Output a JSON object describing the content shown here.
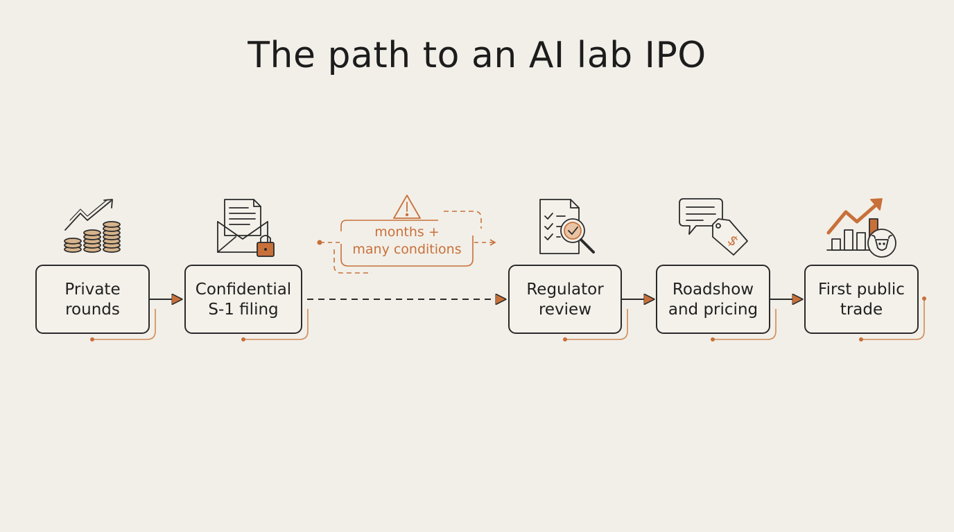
{
  "title": "The path to an AI lab IPO",
  "colors": {
    "background": "#f2efe8",
    "ink": "#1f1f1f",
    "accent": "#c8703a"
  },
  "steps": [
    {
      "line1": "Private",
      "line2": "rounds",
      "icon": "rising-coins-icon"
    },
    {
      "line1": "Confidential",
      "line2": "S-1 filing",
      "icon": "locked-envelope-icon"
    },
    {
      "line1": "Regulator",
      "line2": "review",
      "icon": "checklist-magnifier-icon"
    },
    {
      "line1": "Roadshow",
      "line2": "and pricing",
      "icon": "speech-bubble-price-tag-icon"
    },
    {
      "line1": "First public",
      "line2": "trade",
      "icon": "bull-market-chart-icon"
    }
  ],
  "callout": {
    "line1": "months +",
    "line2": "many conditions",
    "icon": "warning-icon"
  }
}
